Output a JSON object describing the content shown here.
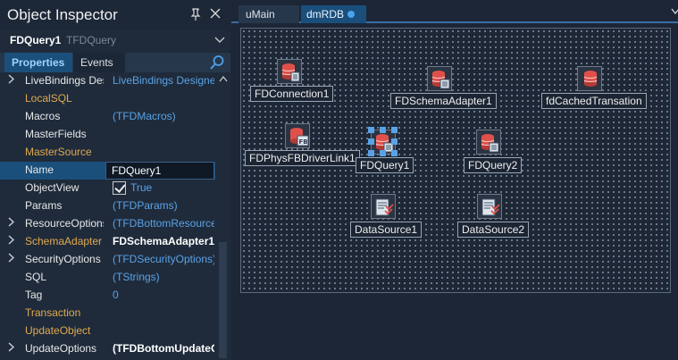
{
  "inspector": {
    "title": "Object Inspector",
    "object_name": "FDQuery1",
    "object_type": "TFDQuery",
    "tabs": [
      "Properties",
      "Events"
    ],
    "properties": [
      {
        "name": "LiveBindings Designer",
        "value": "LiveBindings Designer",
        "expandable": true,
        "name_color": "white",
        "value_style": "blue"
      },
      {
        "name": "LocalSQL",
        "value": "",
        "expandable": false,
        "name_color": "orange",
        "value_style": "white"
      },
      {
        "name": "Macros",
        "value": "(TFDMacros)",
        "expandable": false,
        "name_color": "white",
        "value_style": "blue"
      },
      {
        "name": "MasterFields",
        "value": "",
        "expandable": false,
        "name_color": "white",
        "value_style": "white"
      },
      {
        "name": "MasterSource",
        "value": "",
        "expandable": false,
        "name_color": "orange",
        "value_style": "white"
      },
      {
        "name": "Name",
        "value": "FDQuery1",
        "expandable": false,
        "name_color": "white",
        "value_style": "editor",
        "selected": true
      },
      {
        "name": "ObjectView",
        "value": "True",
        "expandable": false,
        "name_color": "white",
        "value_style": "checkbox"
      },
      {
        "name": "Params",
        "value": "(TFDParams)",
        "expandable": false,
        "name_color": "white",
        "value_style": "blue"
      },
      {
        "name": "ResourceOptions",
        "value": "(TFDBottomResourceOptions)",
        "expandable": true,
        "name_color": "white",
        "value_style": "blue"
      },
      {
        "name": "SchemaAdapter",
        "value": "FDSchemaAdapter1",
        "expandable": true,
        "name_color": "orange",
        "value_style": "boldwhite"
      },
      {
        "name": "SecurityOptions",
        "value": "(TFDSecurityOptions)",
        "expandable": true,
        "name_color": "white",
        "value_style": "blue"
      },
      {
        "name": "SQL",
        "value": "(TStrings)",
        "expandable": false,
        "name_color": "white",
        "value_style": "blue"
      },
      {
        "name": "Tag",
        "value": "0",
        "expandable": false,
        "name_color": "white",
        "value_style": "blue"
      },
      {
        "name": "Transaction",
        "value": "",
        "expandable": false,
        "name_color": "orange",
        "value_style": "white"
      },
      {
        "name": "UpdateObject",
        "value": "",
        "expandable": false,
        "name_color": "orange",
        "value_style": "white"
      },
      {
        "name": "UpdateOptions",
        "value": "(TFDBottomUpdateOptions)",
        "expandable": true,
        "name_color": "white",
        "value_style": "boldwhite"
      }
    ]
  },
  "designer": {
    "tabs": [
      {
        "label": "uMain",
        "active": false
      },
      {
        "label": "dmRDB",
        "active": true,
        "modified": true
      }
    ],
    "components": [
      {
        "label": "FDConnection1",
        "icon": "database-connection-icon"
      },
      {
        "label": "FDSchemaAdapter1",
        "icon": "schema-adapter-icon"
      },
      {
        "label": "fdCachedTransation",
        "icon": "transaction-icon"
      },
      {
        "label": "FDPhysFBDriverLink1",
        "icon": "fb-driver-link-icon"
      },
      {
        "label": "FDQuery1",
        "icon": "query-icon",
        "selected": true
      },
      {
        "label": "FDQuery2",
        "icon": "query-icon"
      },
      {
        "label": "DataSource1",
        "icon": "datasource-icon"
      },
      {
        "label": "DataSource2",
        "icon": "datasource-icon"
      }
    ]
  },
  "colors": {
    "accent": "#1a4f7b",
    "property_blue": "#5aa2e6",
    "property_orange": "#e0a94f",
    "db_red": "#e0504a"
  }
}
